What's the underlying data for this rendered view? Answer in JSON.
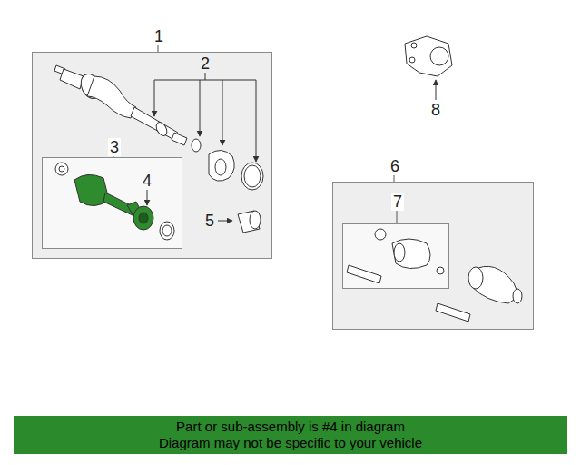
{
  "diagram": {
    "nodes": [
      {
        "text": [
          "1"
        ]
      },
      {
        "text": [
          "3"
        ],
        "in": 0
      },
      {
        "text": [
          "6"
        ]
      },
      {
        "text": [
          "7"
        ],
        "in": 2
      },
      {
        "text": [
          "Part or sub-assembly is #4 in diagram",
          "Diagram may not be specific to your vehicle"
        ]
      }
    ],
    "labels": [
      "2",
      "4",
      "5",
      "8"
    ]
  }
}
